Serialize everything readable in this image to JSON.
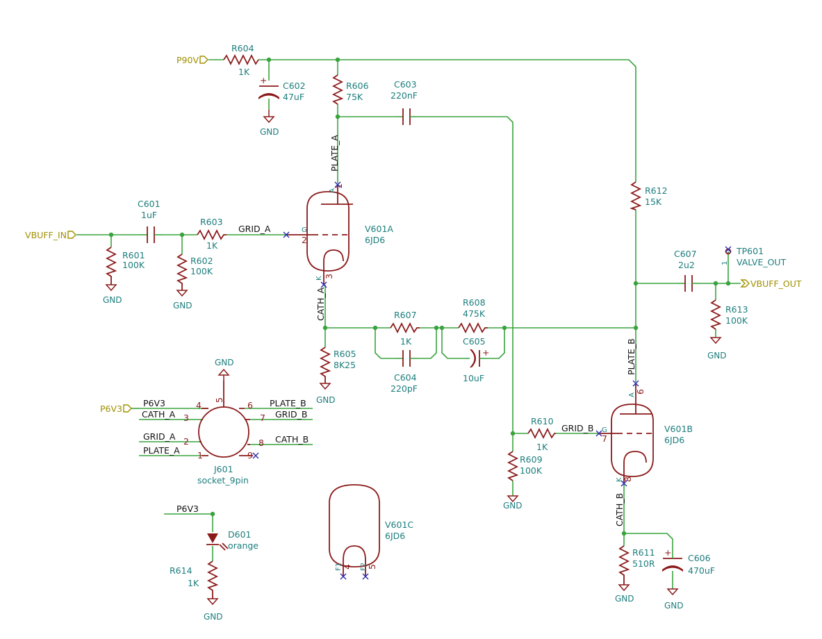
{
  "ports": {
    "p90v": "P90V",
    "vbuff_in": "VBUFF_IN",
    "vbuff_out": "VBUFF_OUT",
    "p6v3": "P6V3"
  },
  "nets": {
    "plate_a": "PLATE_A",
    "grid_a": "GRID_A",
    "cath_a": "CATH_A",
    "plate_b": "PLATE_B",
    "grid_b": "GRID_B",
    "cath_b": "CATH_B",
    "p6v3": "P6V3"
  },
  "gnd": "GND",
  "components": {
    "r601": {
      "ref": "R601",
      "value": "100K"
    },
    "r602": {
      "ref": "R602",
      "value": "100K"
    },
    "r603": {
      "ref": "R603",
      "value": "1K"
    },
    "r604": {
      "ref": "R604",
      "value": "1K"
    },
    "r605": {
      "ref": "R605",
      "value": "8K25"
    },
    "r606": {
      "ref": "R606",
      "value": "75K"
    },
    "r607": {
      "ref": "R607",
      "value": "1K"
    },
    "r608": {
      "ref": "R608",
      "value": "475K"
    },
    "r609": {
      "ref": "R609",
      "value": "100K"
    },
    "r610": {
      "ref": "R610",
      "value": "1K"
    },
    "r611": {
      "ref": "R611",
      "value": "510R"
    },
    "r612": {
      "ref": "R612",
      "value": "15K"
    },
    "r613": {
      "ref": "R613",
      "value": "100K"
    },
    "r614": {
      "ref": "R614",
      "value": "1K"
    },
    "c601": {
      "ref": "C601",
      "value": "1uF"
    },
    "c602": {
      "ref": "C602",
      "value": "47uF"
    },
    "c603": {
      "ref": "C603",
      "value": "220nF"
    },
    "c604": {
      "ref": "C604",
      "value": "220pF"
    },
    "c605": {
      "ref": "C605",
      "value": "10uF"
    },
    "c606": {
      "ref": "C606",
      "value": "470uF"
    },
    "c607": {
      "ref": "C607",
      "value": "2u2"
    },
    "v601a": {
      "ref": "V601A",
      "value": "6JD6"
    },
    "v601b": {
      "ref": "V601B",
      "value": "6JD6"
    },
    "v601c": {
      "ref": "V601C",
      "value": "6JD6"
    },
    "d601": {
      "ref": "D601",
      "value": "orange"
    },
    "j601": {
      "ref": "J601",
      "value": "socket_9pin"
    },
    "tp601": {
      "ref": "TP601",
      "value": "VALVE_OUT"
    }
  },
  "tube_pins": {
    "a": "A",
    "g": "G",
    "k": "K",
    "f1": "F1",
    "f2": "F2",
    "p1": "1",
    "p2": "2",
    "p3": "3",
    "p4": "4",
    "p5": "5",
    "p6": "6",
    "p7": "7",
    "p8": "8",
    "p9": "9"
  },
  "socket": {
    "left_labels": [
      "P6V3",
      "CATH_A",
      "GRID_A",
      "PLATE_A"
    ],
    "left_pins": [
      "4",
      "3",
      "2",
      "1"
    ],
    "right_labels": [
      "PLATE_B",
      "GRID_B",
      "CATH_B"
    ],
    "right_pins": [
      "6",
      "7",
      "8"
    ],
    "top_pin": "5",
    "nc_pin": "9"
  },
  "tp_pin": "1",
  "polarity_plus": "+",
  "colors": {
    "wire": "#39a33d",
    "component": "#8b1a1a",
    "reference_text": "#1d7d7d",
    "port_text": "#a09000",
    "no_connect": "#2a2ab0"
  }
}
